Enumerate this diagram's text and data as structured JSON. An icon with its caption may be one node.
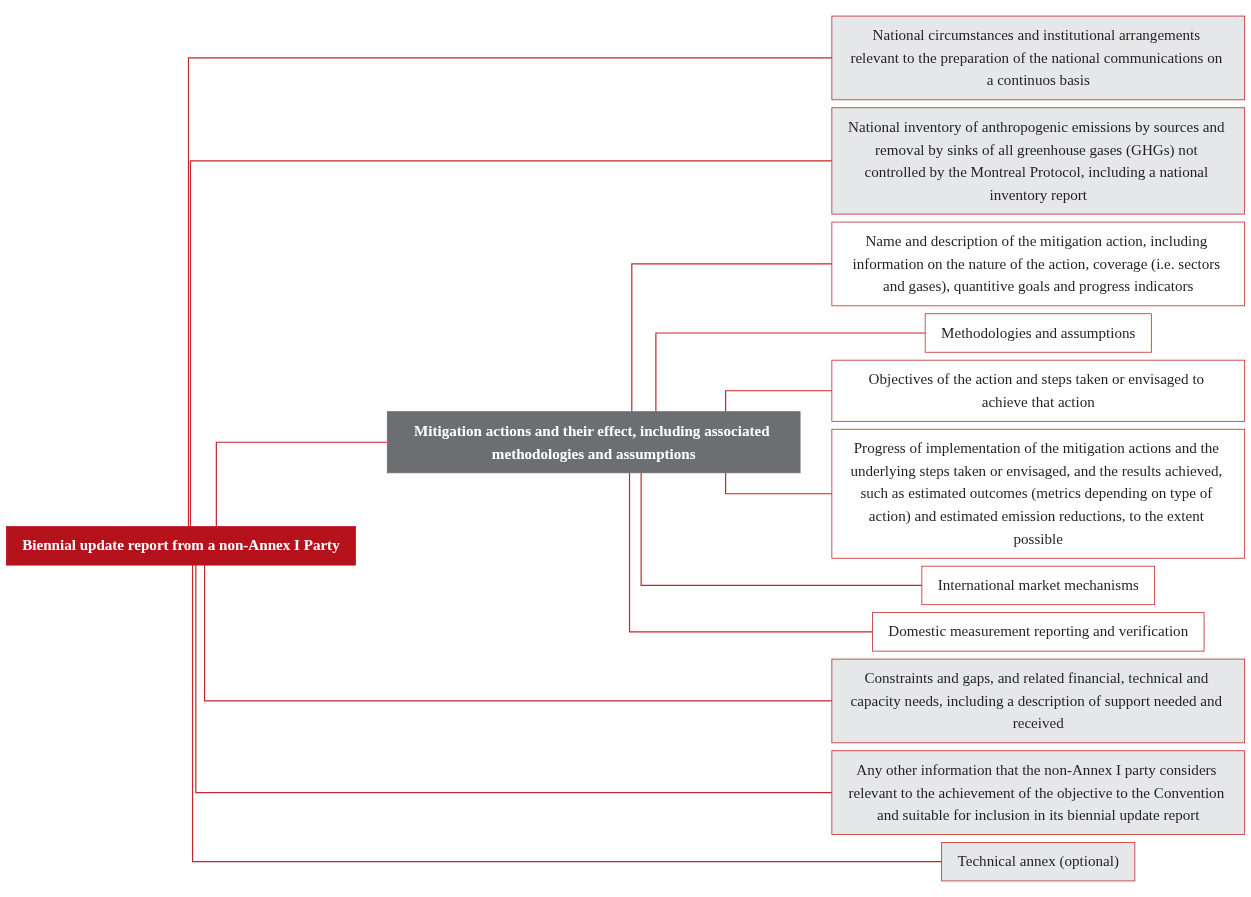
{
  "diagram": {
    "nodes": [
      {
        "text": [
          "Biennial update report from a non-Annex I Party"
        ]
      },
      {
        "text": [
          "National circumstances and institutional arrangements relevant to the preparation of the national communications on a continuos basis"
        ]
      },
      {
        "text": [
          "National inventory of anthropogenic emissions by sources and removal by sinks of all greenhouse gases (GHGs) not controlled by the Montreal Protocol, including a national inventory report"
        ]
      },
      {
        "text": [
          "Mitigation actions and their effect, including associated methodologies and assumptions"
        ]
      },
      {
        "text": [
          "Name and description of the mitigation action, including information on the nature of the action, coverage (i.e. sectors and gases), quantitive goals and progress indicators"
        ]
      },
      {
        "text": [
          "Methodologies and assumptions"
        ]
      },
      {
        "text": [
          "Objectives of the action and steps taken or envisaged to achieve that action"
        ]
      },
      {
        "text": [
          "Progress of implementation of the mitigation actions and the underlying steps taken or envisaged, and the results achieved, such as estimated outcomes (metrics depending on type of action) and estimated emission reductions, to the extent possible"
        ]
      },
      {
        "text": [
          "International market mechanisms"
        ]
      },
      {
        "text": [
          "Domestic measurement reporting and verification"
        ]
      },
      {
        "text": [
          "Constraints and gaps, and related financial, technical and capacity needs, including a description of support needed and received"
        ]
      },
      {
        "text": [
          "Any other information that the non-Annex I party considers relevant to the achievement of the objective to the Convention and suitable for inclusion in its biennial update report"
        ]
      },
      {
        "text": [
          "Technical annex (optional)"
        ]
      }
    ],
    "edges": [
      {
        "from": 0,
        "to": 1,
        "arrow": "none"
      },
      {
        "from": 0,
        "to": 2,
        "arrow": "none"
      },
      {
        "from": 0,
        "to": 3,
        "arrow": "none"
      },
      {
        "from": 3,
        "to": 4,
        "arrow": "none"
      },
      {
        "from": 3,
        "to": 5,
        "arrow": "none"
      },
      {
        "from": 3,
        "to": 6,
        "arrow": "none"
      },
      {
        "from": 3,
        "to": 7,
        "arrow": "none"
      },
      {
        "from": 3,
        "to": 8,
        "arrow": "none"
      },
      {
        "from": 3,
        "to": 9,
        "arrow": "none"
      },
      {
        "from": 0,
        "to": 10,
        "arrow": "none"
      },
      {
        "from": 0,
        "to": 11,
        "arrow": "none"
      },
      {
        "from": 0,
        "to": 12,
        "arrow": "none"
      }
    ]
  }
}
